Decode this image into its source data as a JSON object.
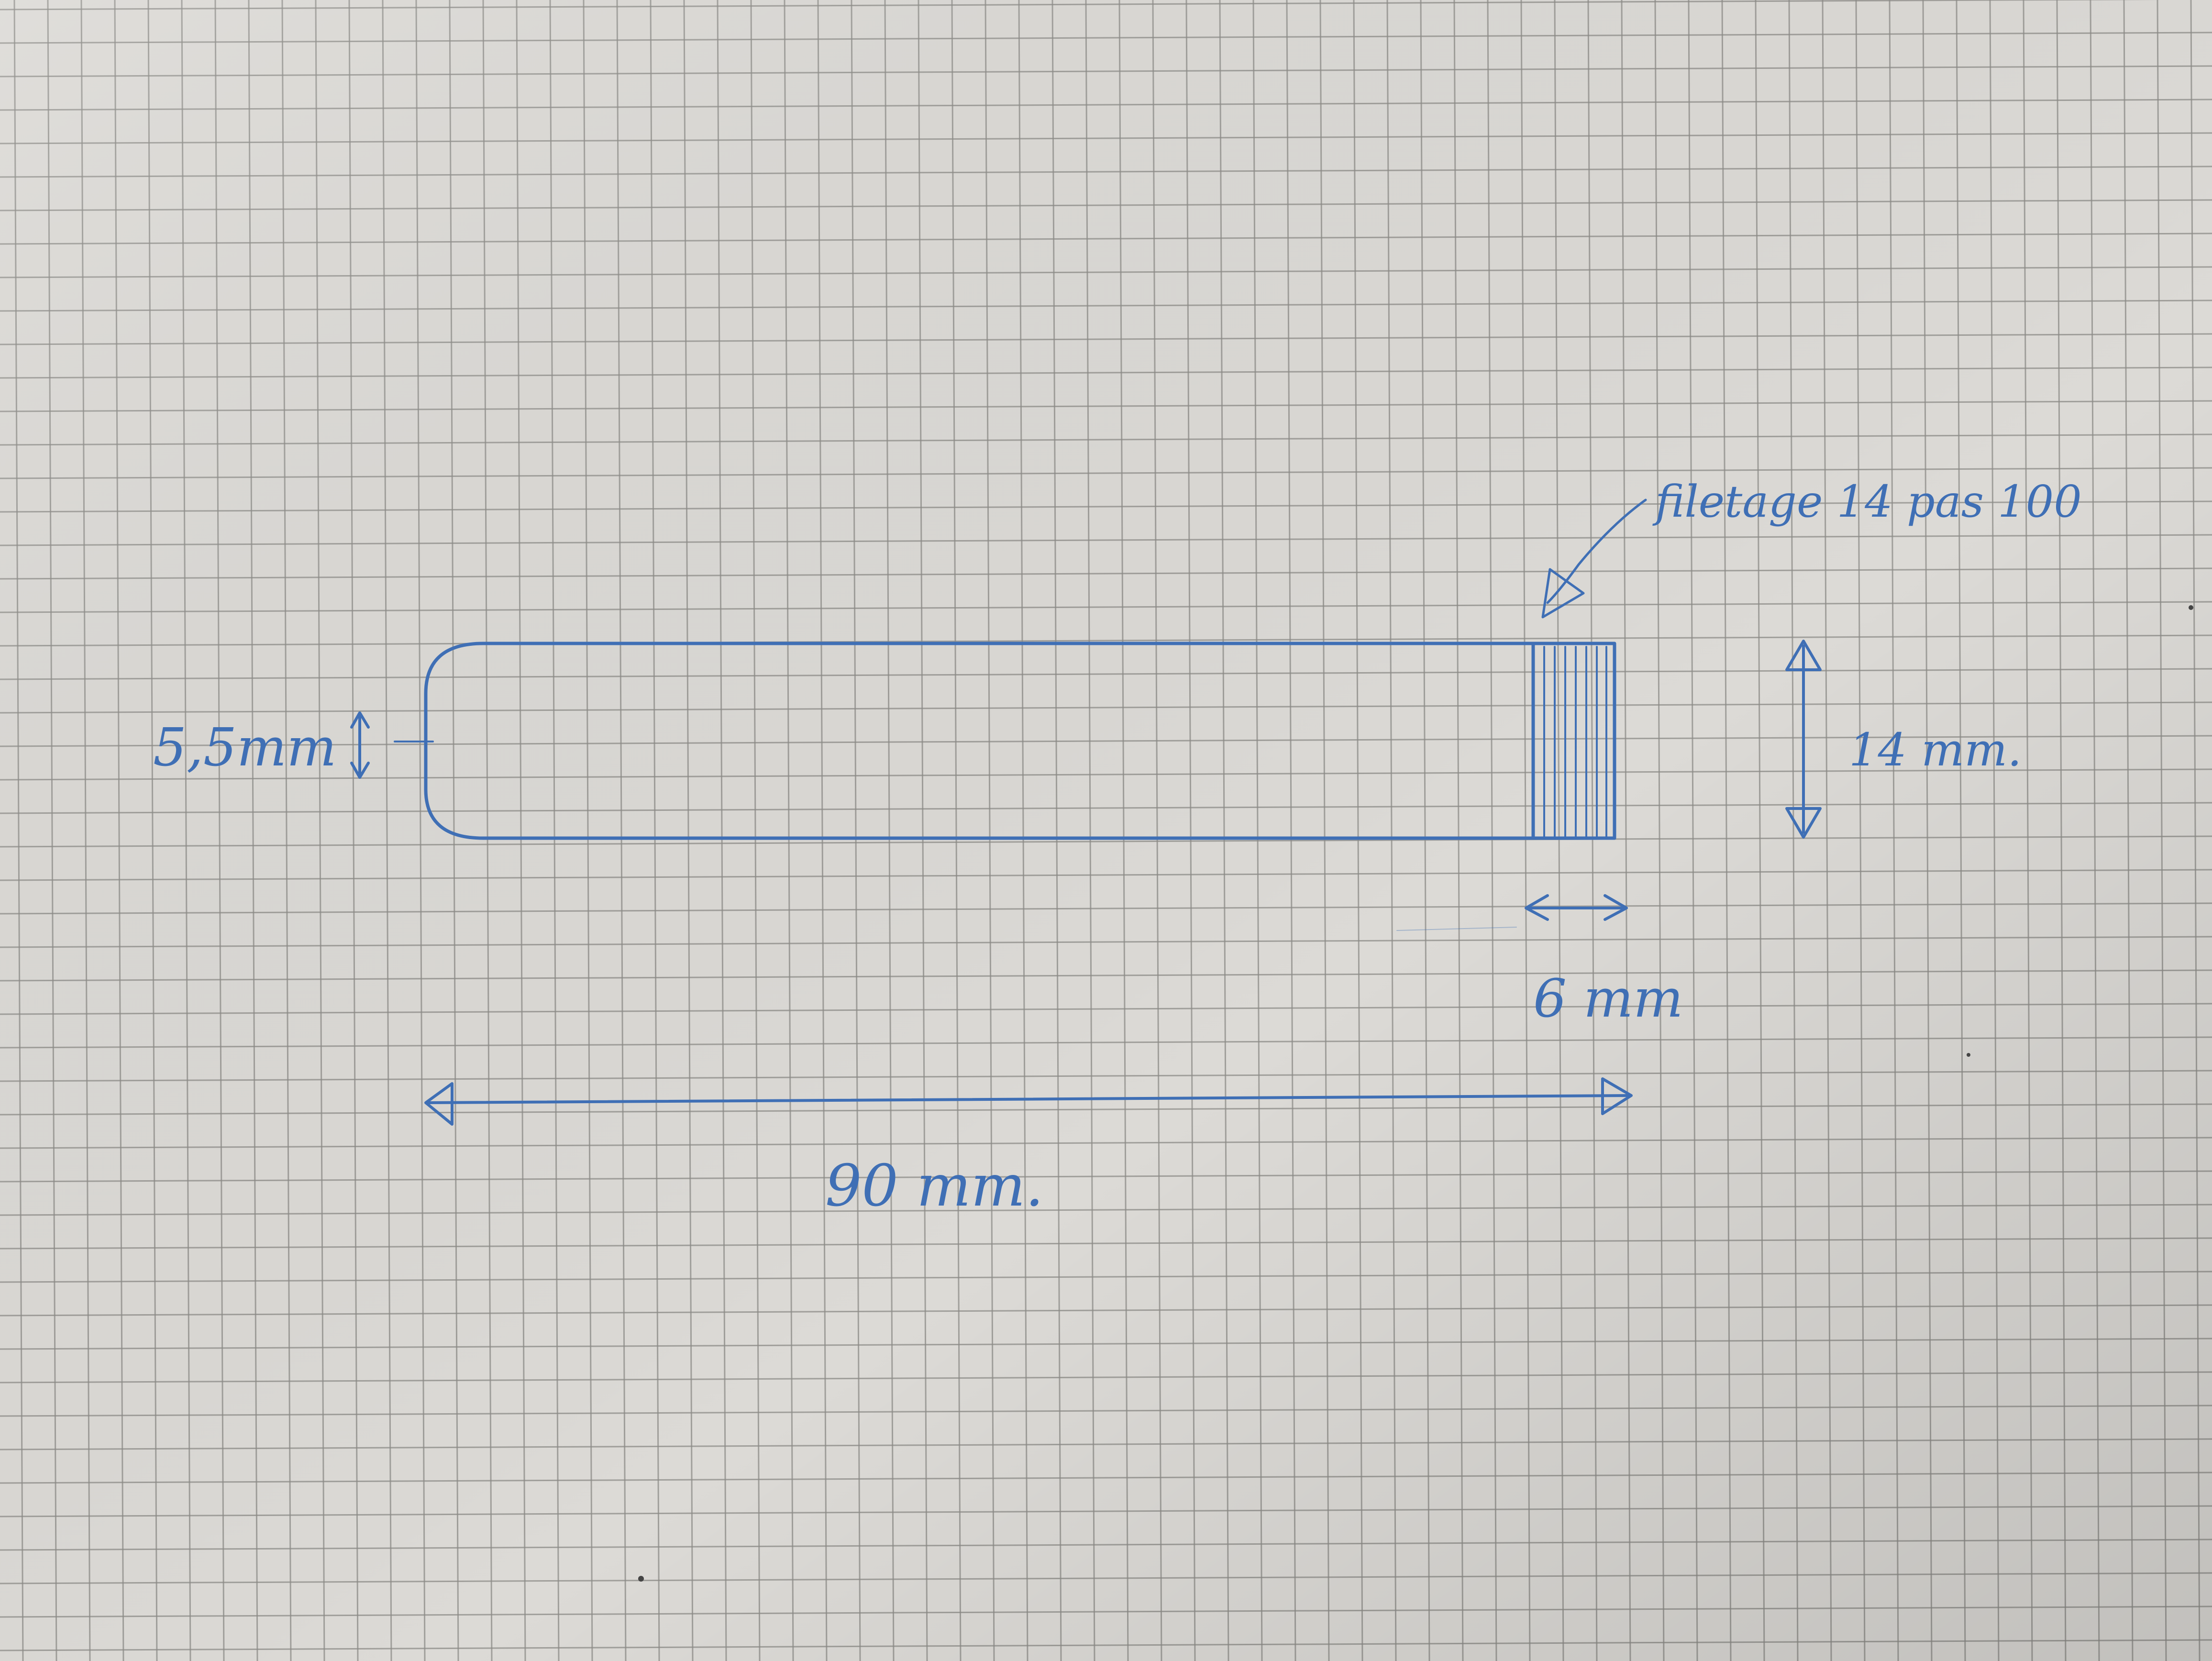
{
  "paper": {
    "background": "#dcdad6",
    "grid_color": "#8d8c88"
  },
  "ink": "#3f6fb5",
  "annotations": {
    "threading": "filetage 14 pas 100",
    "end_radius": "5,5mm",
    "diameter": "14 mm.",
    "thread_length": "6 mm",
    "total_length": "90 mm."
  }
}
